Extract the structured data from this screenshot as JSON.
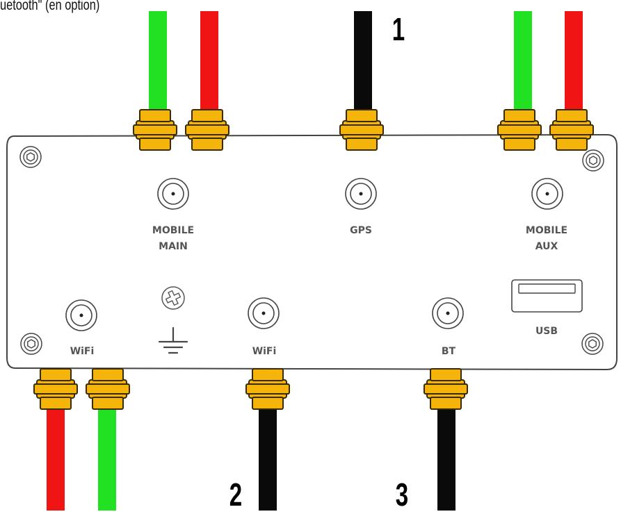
{
  "caption": "uetooth\" (en option)",
  "ports": {
    "mobile_main": [
      "MOBILE",
      "MAIN"
    ],
    "gps": "GPS",
    "mobile_aux": [
      "MOBILE",
      "AUX"
    ],
    "wifi_left": "WiFi",
    "wifi_mid": "WiFi",
    "bt": "BT",
    "usb": "USB"
  },
  "numbers": {
    "n1": "1",
    "n2": "2",
    "n3": "3"
  },
  "colors": {
    "connector": "#f5b40a",
    "cable_green": "#22e022",
    "cable_red": "#f01414",
    "cable_black": "#0a0a0a",
    "housing_stroke": "#444444"
  },
  "icons": [
    "ground-icon",
    "ground-screw-icon",
    "mounting-screw-icon",
    "sma-port-icon",
    "usb-port-icon"
  ]
}
